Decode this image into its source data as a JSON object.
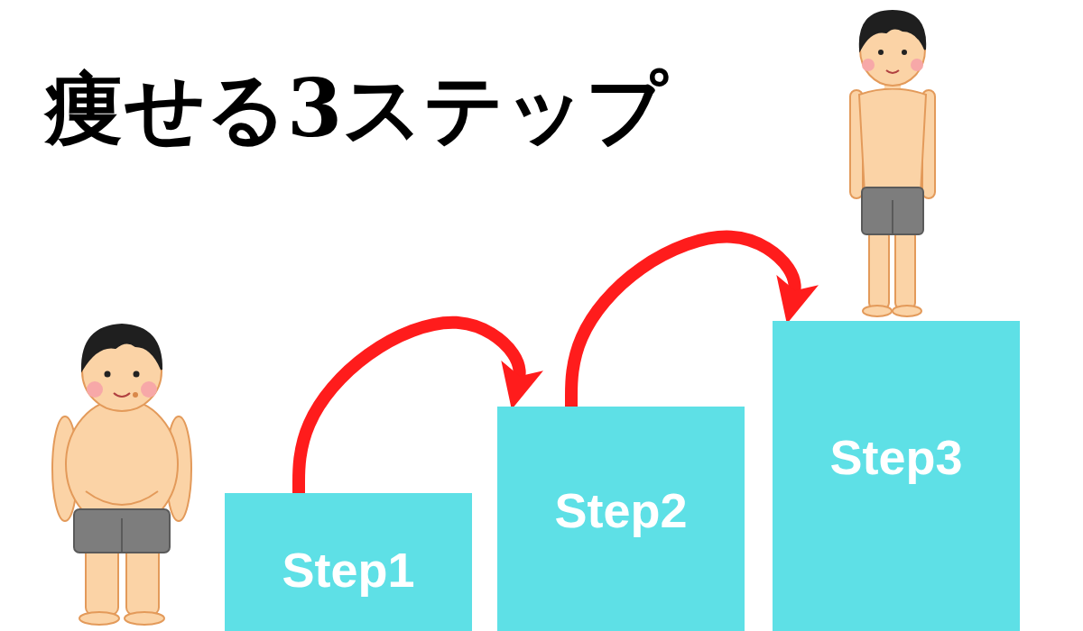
{
  "diagram": {
    "title": "痩せる3ステップ",
    "nodes": [
      {
        "text": [
          "Step1"
        ]
      },
      {
        "text": [
          "Step2"
        ]
      },
      {
        "text": [
          "Step3"
        ]
      }
    ],
    "edges": [
      {
        "from": 0,
        "to": 1,
        "arrow": "to"
      },
      {
        "from": 1,
        "to": 2,
        "arrow": "to"
      }
    ]
  }
}
